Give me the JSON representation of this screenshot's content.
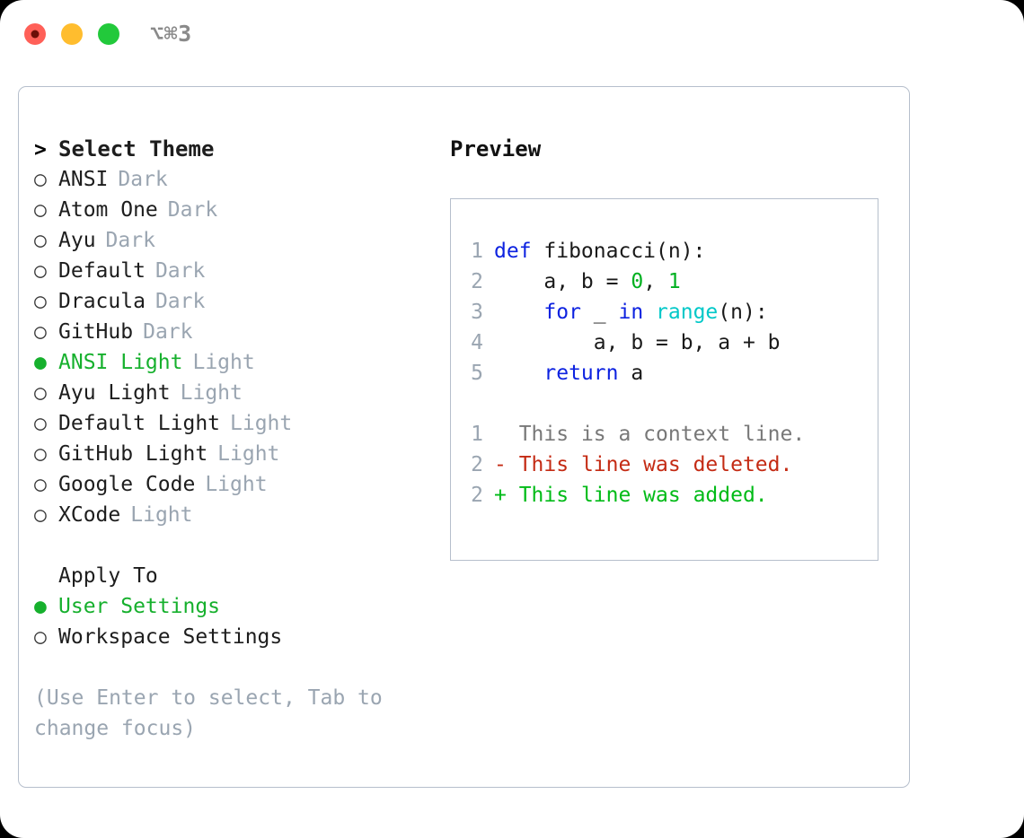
{
  "titlebar": {
    "shortcut": "⌥⌘3",
    "dots": [
      {
        "name": "close-dot",
        "color": "#ff6058"
      },
      {
        "name": "minimize-dot",
        "color": "#ffbd2e"
      },
      {
        "name": "maximize-dot",
        "color": "#22c93b"
      }
    ]
  },
  "theme_list": {
    "header": {
      "marker": ">",
      "label": "Select Theme"
    },
    "items": [
      {
        "marker": "○",
        "label": "ANSI",
        "tag": "Dark",
        "selected": false
      },
      {
        "marker": "○",
        "label": "Atom One",
        "tag": "Dark",
        "selected": false
      },
      {
        "marker": "○",
        "label": "Ayu",
        "tag": "Dark",
        "selected": false
      },
      {
        "marker": "○",
        "label": "Default",
        "tag": "Dark",
        "selected": false
      },
      {
        "marker": "○",
        "label": "Dracula",
        "tag": "Dark",
        "selected": false
      },
      {
        "marker": "○",
        "label": "GitHub",
        "tag": "Dark",
        "selected": false
      },
      {
        "marker": "●",
        "label": "ANSI Light",
        "tag": "Light",
        "selected": true
      },
      {
        "marker": "○",
        "label": "Ayu Light",
        "tag": "Light",
        "selected": false
      },
      {
        "marker": "○",
        "label": "Default Light",
        "tag": "Light",
        "selected": false
      },
      {
        "marker": "○",
        "label": "GitHub Light",
        "tag": "Light",
        "selected": false
      },
      {
        "marker": "○",
        "label": "Google Code",
        "tag": "Light",
        "selected": false
      },
      {
        "marker": "○",
        "label": "XCode",
        "tag": "Light",
        "selected": false
      }
    ]
  },
  "apply_to": {
    "header": "Apply To",
    "items": [
      {
        "marker": "●",
        "label": "User Settings",
        "selected": true
      },
      {
        "marker": "○",
        "label": "Workspace Settings",
        "selected": false
      }
    ]
  },
  "hint": "(Use Enter to select, Tab to change focus)",
  "preview": {
    "title": "Preview",
    "code_lines": [
      {
        "no": "1",
        "tokens": [
          {
            "t": "def ",
            "c": "kw"
          },
          {
            "t": "fibonacci(n):",
            "c": "plain"
          }
        ]
      },
      {
        "no": "2",
        "tokens": [
          {
            "t": "    a, b = ",
            "c": "plain"
          },
          {
            "t": "0",
            "c": "num"
          },
          {
            "t": ", ",
            "c": "plain"
          },
          {
            "t": "1",
            "c": "num"
          }
        ]
      },
      {
        "no": "3",
        "tokens": [
          {
            "t": "    ",
            "c": "plain"
          },
          {
            "t": "for",
            "c": "kw"
          },
          {
            "t": " _ ",
            "c": "plain"
          },
          {
            "t": "in",
            "c": "kw"
          },
          {
            "t": " ",
            "c": "plain"
          },
          {
            "t": "range",
            "c": "fn"
          },
          {
            "t": "(n):",
            "c": "plain"
          }
        ]
      },
      {
        "no": "4",
        "tokens": [
          {
            "t": "        a, b = b, a + b",
            "c": "plain"
          }
        ]
      },
      {
        "no": "5",
        "tokens": [
          {
            "t": "    ",
            "c": "plain"
          },
          {
            "t": "return",
            "c": "kw"
          },
          {
            "t": " a",
            "c": "plain"
          }
        ]
      }
    ],
    "diff_lines": [
      {
        "no": "1",
        "sign": " ",
        "text": "This is a context line.",
        "kind": "diff-ctx"
      },
      {
        "no": "2",
        "sign": "-",
        "text": "This line was deleted.",
        "kind": "diff-del"
      },
      {
        "no": "2",
        "sign": "+",
        "text": "This line was added.",
        "kind": "diff-add"
      }
    ]
  },
  "colors": {
    "accent_green": "#16b02d",
    "muted": "#9aa5b1",
    "border": "#b6bfcc",
    "keyword_blue": "#0d22e0",
    "function_cyan": "#00c8c8",
    "number_green": "#00b020",
    "diff_delete_red": "#c42b14",
    "diff_add_green": "#00bb17"
  }
}
